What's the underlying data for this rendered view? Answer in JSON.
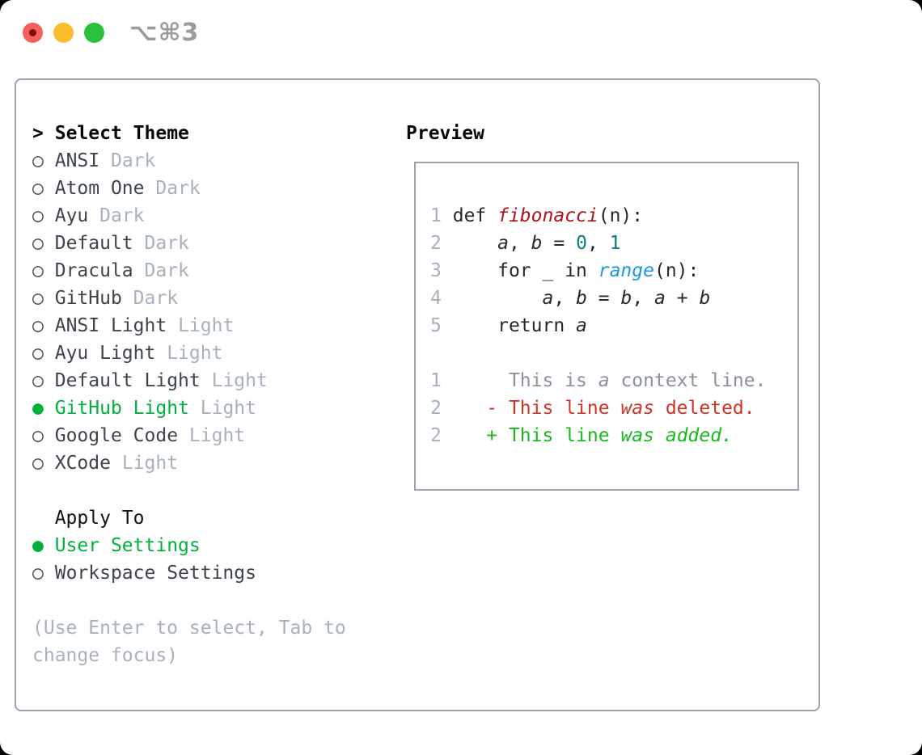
{
  "window": {
    "shortcut_label": "⌥⌘3",
    "traffic_lights": [
      "close",
      "minimize",
      "zoom"
    ]
  },
  "icons": {
    "cursor": ">",
    "radio_unselected": "○",
    "radio_selected": "●"
  },
  "theme_panel": {
    "title": "Select Theme",
    "items": [
      {
        "label": "ANSI",
        "variant": "Dark",
        "selected": false
      },
      {
        "label": "Atom One",
        "variant": "Dark",
        "selected": false
      },
      {
        "label": "Ayu",
        "variant": "Dark",
        "selected": false
      },
      {
        "label": "Default",
        "variant": "Dark",
        "selected": false
      },
      {
        "label": "Dracula",
        "variant": "Dark",
        "selected": false
      },
      {
        "label": "GitHub",
        "variant": "Dark",
        "selected": false
      },
      {
        "label": "ANSI Light",
        "variant": "Light",
        "selected": false
      },
      {
        "label": "Ayu Light",
        "variant": "Light",
        "selected": false
      },
      {
        "label": "Default Light",
        "variant": "Light",
        "selected": false
      },
      {
        "label": "GitHub Light",
        "variant": "Light",
        "selected": true
      },
      {
        "label": "Google Code",
        "variant": "Light",
        "selected": false
      },
      {
        "label": "XCode",
        "variant": "Light",
        "selected": false
      }
    ],
    "apply_to": {
      "title": "Apply To",
      "options": [
        {
          "label": "User Settings",
          "selected": true
        },
        {
          "label": "Workspace Settings",
          "selected": false
        }
      ]
    },
    "hint_lines": [
      "(Use Enter to select, Tab to",
      "change focus)"
    ]
  },
  "preview": {
    "title": "Preview",
    "lines": [
      {
        "num": "1",
        "segs": [
          [
            "def ",
            "pl"
          ],
          [
            "fibonacci",
            "fn"
          ],
          [
            "(n):",
            "pl"
          ]
        ]
      },
      {
        "num": "2",
        "segs": [
          [
            "    ",
            "pl"
          ],
          [
            "a",
            "var"
          ],
          [
            ", ",
            "pl"
          ],
          [
            "b",
            "var"
          ],
          [
            " = ",
            "pl"
          ],
          [
            "0",
            "numlit"
          ],
          [
            ", ",
            "pl"
          ],
          [
            "1",
            "numlit"
          ]
        ]
      },
      {
        "num": "3",
        "segs": [
          [
            "    for _ in ",
            "pl"
          ],
          [
            "range",
            "bi"
          ],
          [
            "(n):",
            "pl"
          ]
        ]
      },
      {
        "num": "4",
        "segs": [
          [
            "        ",
            "pl"
          ],
          [
            "a",
            "var"
          ],
          [
            ", ",
            "pl"
          ],
          [
            "b",
            "var"
          ],
          [
            " = ",
            "pl"
          ],
          [
            "b",
            "var"
          ],
          [
            ", ",
            "pl"
          ],
          [
            "a",
            "var"
          ],
          [
            " + ",
            "pl"
          ],
          [
            "b",
            "var"
          ]
        ]
      },
      {
        "num": "5",
        "segs": [
          [
            "    return ",
            "pl"
          ],
          [
            "a",
            "var"
          ]
        ]
      },
      {
        "num": "",
        "segs": []
      },
      {
        "num": "1",
        "segs": [
          [
            "     This is ",
            "ctx"
          ],
          [
            "a",
            "ctx-it"
          ],
          [
            " context line.",
            "ctx"
          ]
        ]
      },
      {
        "num": "2",
        "segs": [
          [
            "   - This line ",
            "del"
          ],
          [
            "was",
            "del-it"
          ],
          [
            " deleted.",
            "del"
          ]
        ]
      },
      {
        "num": "2",
        "segs": [
          [
            "   + This line ",
            "add"
          ],
          [
            "was",
            "add-it"
          ],
          [
            " ",
            "add"
          ],
          [
            "added.",
            "add-it"
          ]
        ]
      }
    ]
  },
  "colors": {
    "selection_green": "#00b13c",
    "added_green": "#17b91d",
    "deleted_red": "#cd3425",
    "function_red": "#b01118",
    "builtin_blue": "#1a9bd7",
    "number_teal": "#0e7c86",
    "muted_gray": "#a7b1bd",
    "border_gray": "#9aa3ae",
    "traffic_red": "#f4605a",
    "traffic_yellow": "#fbbc2e",
    "traffic_green": "#2bc03d"
  }
}
